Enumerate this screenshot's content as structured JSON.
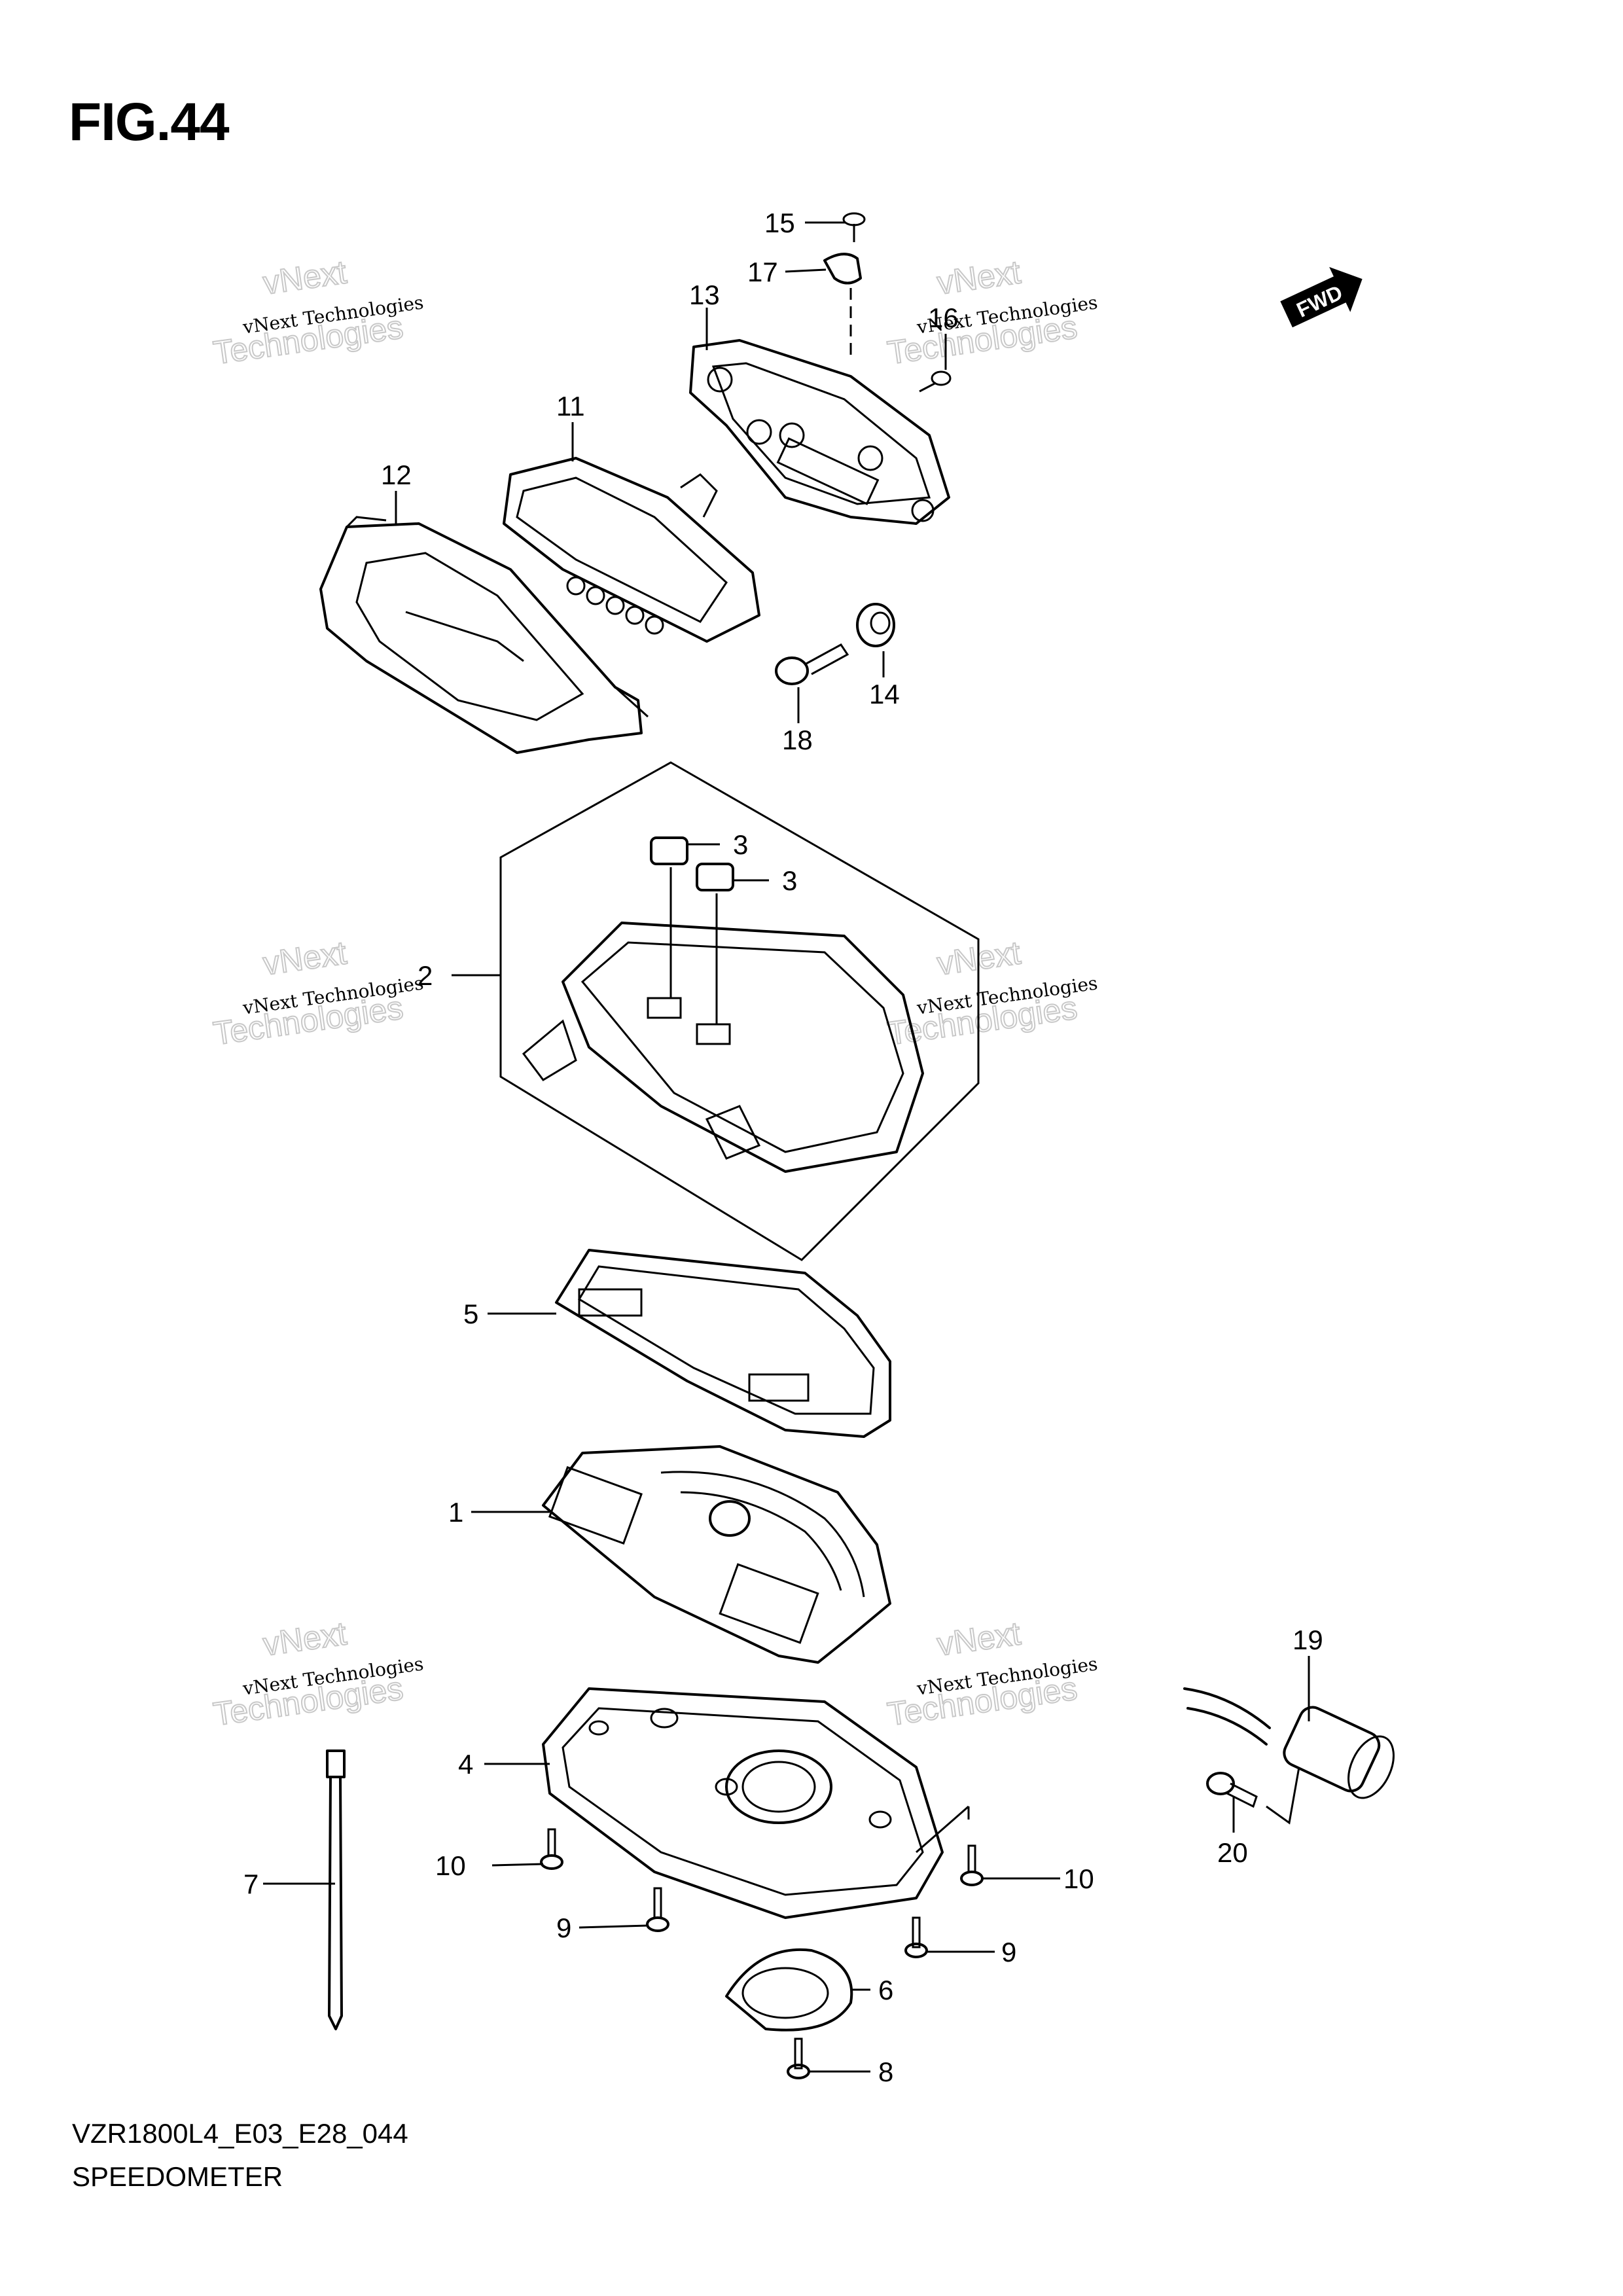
{
  "figure": {
    "title": "FIG.44"
  },
  "footer": {
    "model_code": "VZR1800L4_E03_E28_044",
    "section_name": "SPEEDOMETER"
  },
  "fwd_badge": {
    "label": "FWD"
  },
  "watermark": {
    "line1": "vNext Technologies",
    "line2": "vNext",
    "line3": "Technologies"
  },
  "callouts": {
    "p1": "1",
    "p2": "2",
    "p3a": "3",
    "p3b": "3",
    "p4": "4",
    "p5": "5",
    "p6": "6",
    "p7": "7",
    "p8": "8",
    "p9a": "9",
    "p9b": "9",
    "p10a": "10",
    "p10b": "10",
    "p11": "11",
    "p12": "12",
    "p13": "13",
    "p14": "14",
    "p15": "15",
    "p16": "16",
    "p17": "17",
    "p18": "18",
    "p19": "19",
    "p20": "20"
  }
}
